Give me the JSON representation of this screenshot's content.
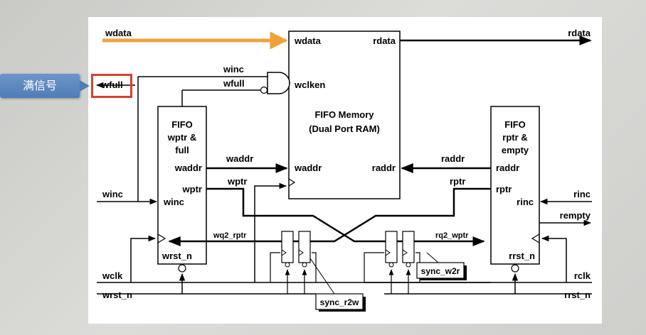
{
  "callout": {
    "text": "满信号"
  },
  "colors": {
    "board": "#ffffff",
    "callout": "#4f7db6",
    "highlight": "#d9412f",
    "orange_arrow": "#f0a23a"
  },
  "blocks": {
    "ram": {
      "title_line1": "FIFO Memory",
      "title_line2": "(Dual Port RAM)",
      "ports": {
        "wdata": "wdata",
        "rdata": "rdata",
        "wclken": "wclken",
        "waddr": "waddr",
        "raddr": "raddr"
      }
    },
    "wptr": {
      "title": [
        "FIFO",
        "wptr &",
        "full"
      ],
      "ports": {
        "waddr": "waddr",
        "wptr": "wptr",
        "winc": "winc",
        "wrst_n": "wrst_n"
      }
    },
    "rptr": {
      "title": [
        "FIFO",
        "rptr &",
        "empty"
      ],
      "ports": {
        "raddr": "raddr",
        "rptr": "rptr",
        "rinc": "rinc",
        "rrst_n": "rrst_n"
      }
    }
  },
  "signals": {
    "wdata": "wdata",
    "rdata": "rdata",
    "winc_top": "winc",
    "wfull_top": "wfull",
    "wfull_out": "wfull",
    "waddr": "waddr",
    "wptr": "wptr",
    "winc_in": "winc",
    "raddr": "raddr",
    "rptr": "rptr",
    "rinc": "rinc",
    "rempty": "rempty",
    "wq2_rptr": "wq2_rptr",
    "rq2_wptr": "rq2_wptr",
    "wclk": "wclk",
    "wrst_n": "wrst_n",
    "rclk": "rclk",
    "rrst_n": "rrst_n"
  },
  "sync": {
    "r2w": "sync_r2w",
    "w2r": "sync_w2r"
  }
}
